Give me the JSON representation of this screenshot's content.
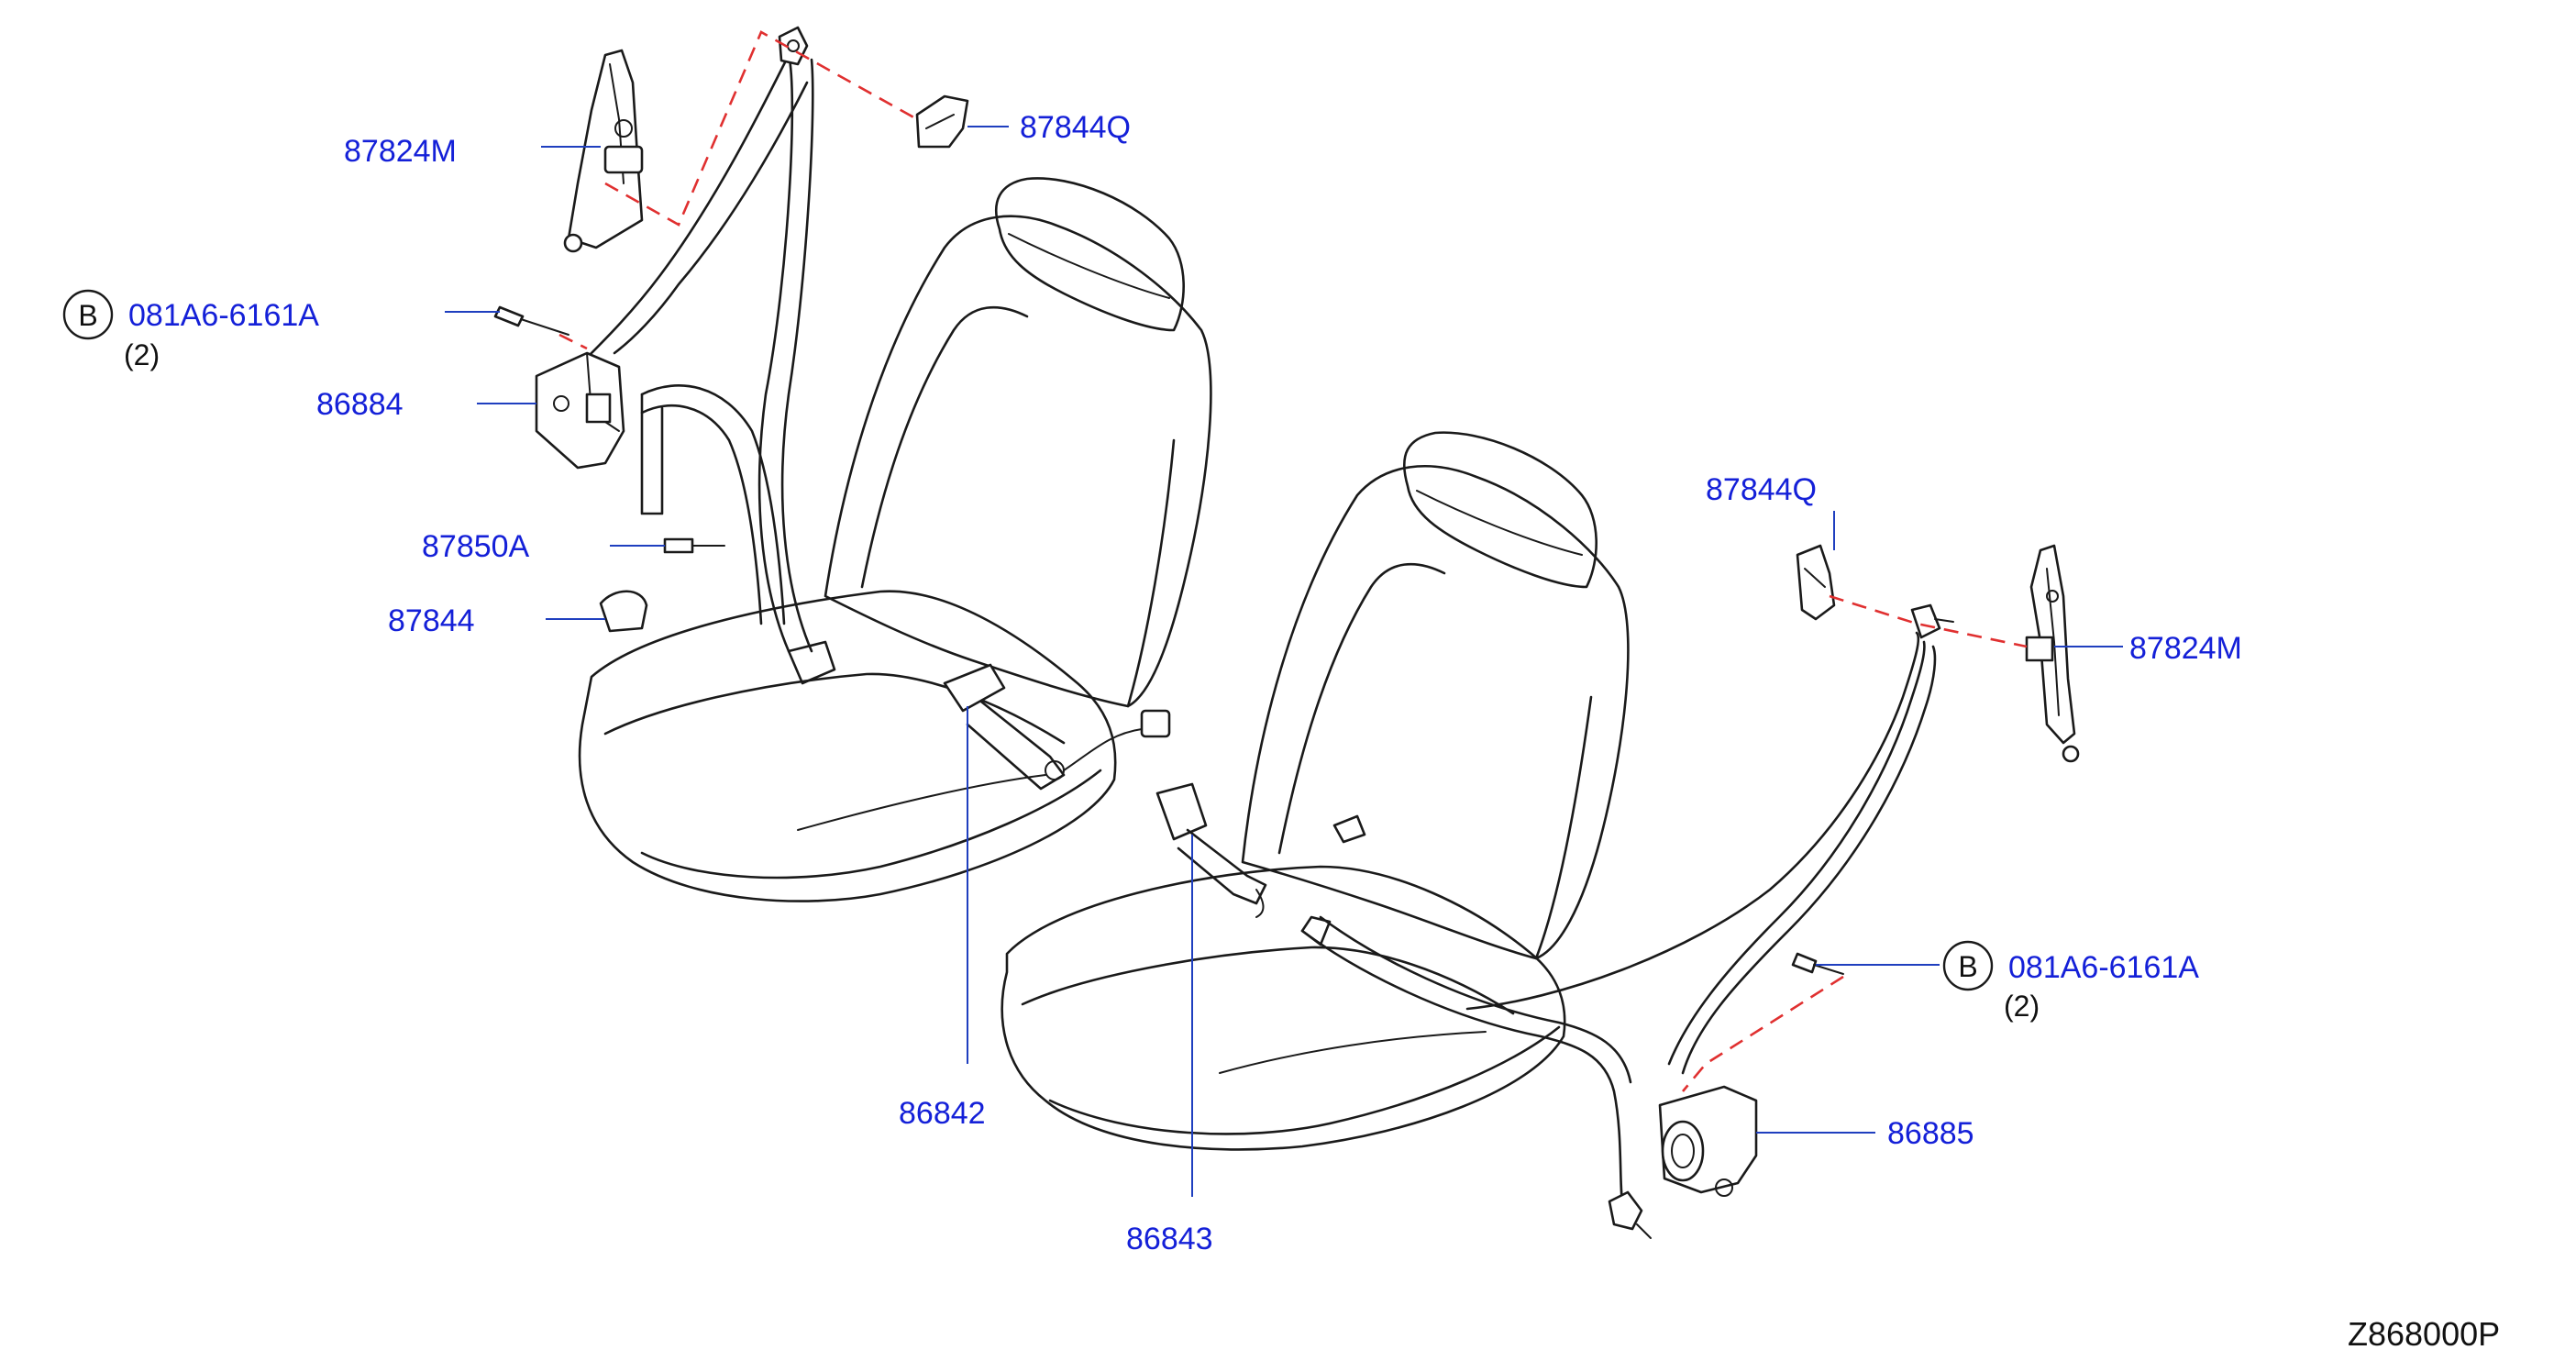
{
  "labels": {
    "p87824m_left": "87824M",
    "p87844q_top": "87844Q",
    "p081a6_left": "081A6-6161A",
    "qty_left": "(2)",
    "p86884": "86884",
    "p87850a": "87850A",
    "p87844": "87844",
    "p86842": "86842",
    "p87844q_right": "87844Q",
    "p87824m_right": "87824M",
    "p081a6_right": "081A6-6161A",
    "qty_right": "(2)",
    "p86885": "86885",
    "p86843": "86843",
    "diagram_code": "Z868000P",
    "bolt_marker": "B"
  },
  "colors": {
    "part_label": "#1420d8",
    "leader_line": "#1f3fbf",
    "dashed_link": "#e03030",
    "line_art": "#1a1a1a"
  }
}
